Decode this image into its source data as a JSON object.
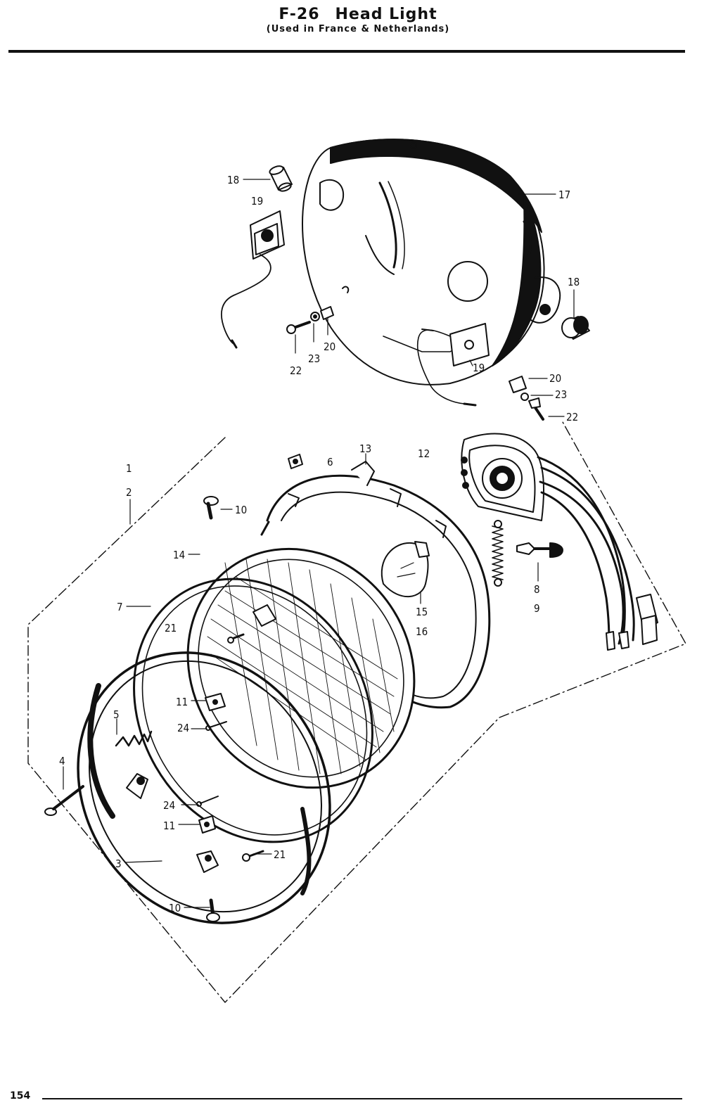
{
  "header": {
    "code": "F-26",
    "title": "Head Light",
    "subtitle": "(Used in France & Netherlands)"
  },
  "page_number": "154",
  "callouts": [
    {
      "id": "c1",
      "text": "1"
    },
    {
      "id": "c2",
      "text": "2"
    },
    {
      "id": "c3",
      "text": "3"
    },
    {
      "id": "c4",
      "text": "4"
    },
    {
      "id": "c5",
      "text": "5"
    },
    {
      "id": "c6",
      "text": "6"
    },
    {
      "id": "c7",
      "text": "7"
    },
    {
      "id": "c8",
      "text": "8"
    },
    {
      "id": "c9",
      "text": "9"
    },
    {
      "id": "c10a",
      "text": "10"
    },
    {
      "id": "c10b",
      "text": "10"
    },
    {
      "id": "c11a",
      "text": "11"
    },
    {
      "id": "c11b",
      "text": "11"
    },
    {
      "id": "c12",
      "text": "12"
    },
    {
      "id": "c13",
      "text": "13"
    },
    {
      "id": "c14",
      "text": "14"
    },
    {
      "id": "c15",
      "text": "15"
    },
    {
      "id": "c16",
      "text": "16"
    },
    {
      "id": "c17",
      "text": "17"
    },
    {
      "id": "c18a",
      "text": "18"
    },
    {
      "id": "c18b",
      "text": "18"
    },
    {
      "id": "c19a",
      "text": "19"
    },
    {
      "id": "c19b",
      "text": "19"
    },
    {
      "id": "c20a",
      "text": "20"
    },
    {
      "id": "c20b",
      "text": "20"
    },
    {
      "id": "c21a",
      "text": "21"
    },
    {
      "id": "c21b",
      "text": "21"
    },
    {
      "id": "c22a",
      "text": "22"
    },
    {
      "id": "c22b",
      "text": "22"
    },
    {
      "id": "c23a",
      "text": "23"
    },
    {
      "id": "c23b",
      "text": "23"
    },
    {
      "id": "c24a",
      "text": "24"
    },
    {
      "id": "c24b",
      "text": "24"
    }
  ]
}
